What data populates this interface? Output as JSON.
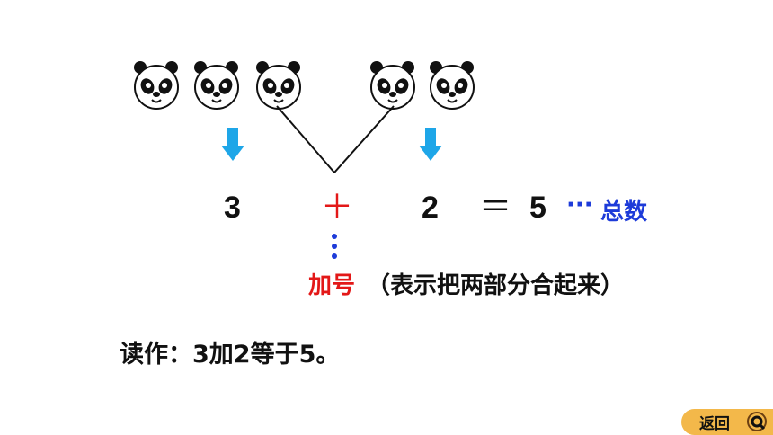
{
  "equation": {
    "first": "3",
    "plus": "＋",
    "second": "2",
    "equals": "＝",
    "result": "5",
    "ellipsis": "···",
    "total_label": "总数"
  },
  "plus_note": {
    "name": "加号",
    "explanation": "（表示把两部分合起来）"
  },
  "reading": "读作：3加2等于5。",
  "nav": {
    "back_label": "返回",
    "back_icon": "magnifier-q-icon"
  },
  "colors": {
    "arrow": "#1ea6e8",
    "plus": "#e31818",
    "total": "#1d3bd9",
    "button": "#f3b84a"
  },
  "groups": {
    "left_pandas": 3,
    "right_pandas": 2
  }
}
